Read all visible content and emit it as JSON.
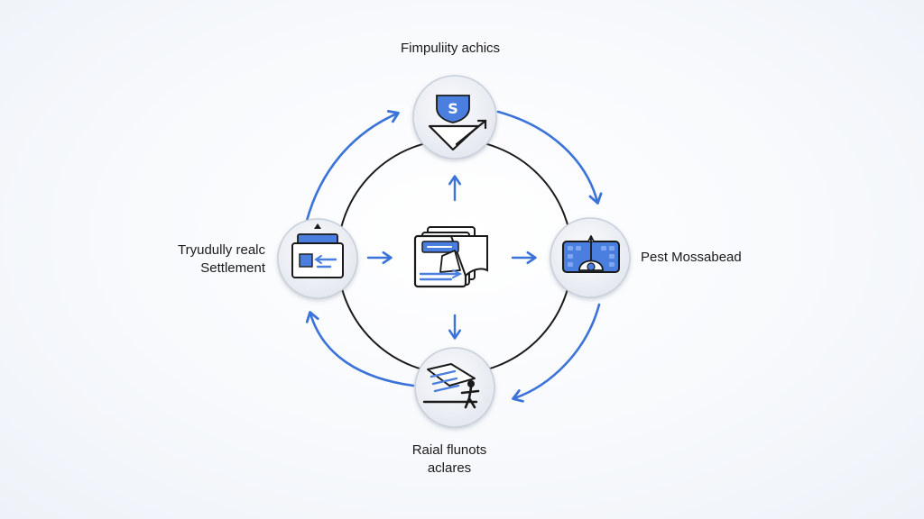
{
  "nodes": {
    "top": {
      "label": "Fimpuliity achics",
      "icon": "shield-funnel-icon"
    },
    "left": {
      "label_line1": "Tryudully realc",
      "label_line2": "Settlement",
      "icon": "document-folder-icon"
    },
    "right": {
      "label": "Pest Mossabead",
      "icon": "dashboard-gauge-icon"
    },
    "bottom": {
      "label_line1": "Raial flunots",
      "label_line2": "aclares",
      "icon": "stack-person-icon"
    },
    "center": {
      "icon": "documents-stack-icon"
    }
  },
  "colors": {
    "accent_blue": "#3b73d9",
    "icon_blue": "#4a7fe0",
    "ring_dark": "#1a1a1a",
    "node_fill": "#eef1f6"
  }
}
